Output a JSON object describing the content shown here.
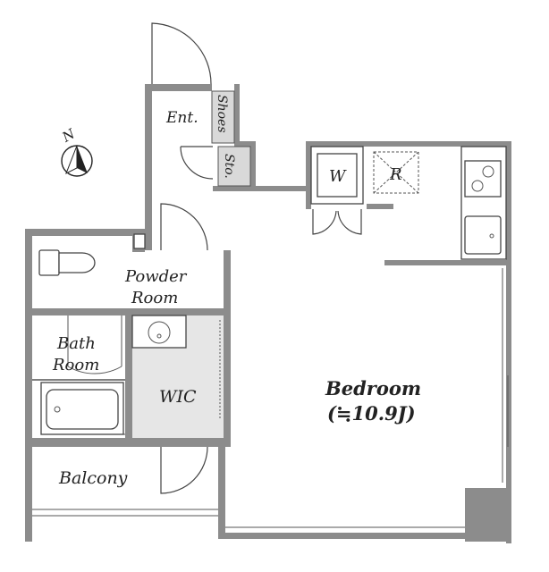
{
  "floor_plan": {
    "rooms": {
      "entrance": "Ent.",
      "shoes": "Shoes",
      "storage": "Sto.",
      "washer": "W",
      "fridge": "R",
      "powder_room": [
        "Powder",
        "Room"
      ],
      "bath_room": [
        "Bath",
        "Room"
      ],
      "wic": "WIC",
      "bedroom": "Bedroom",
      "bedroom_size": "(≒10.9J)",
      "balcony": "Balcony"
    },
    "compass": {
      "north": "N"
    }
  }
}
